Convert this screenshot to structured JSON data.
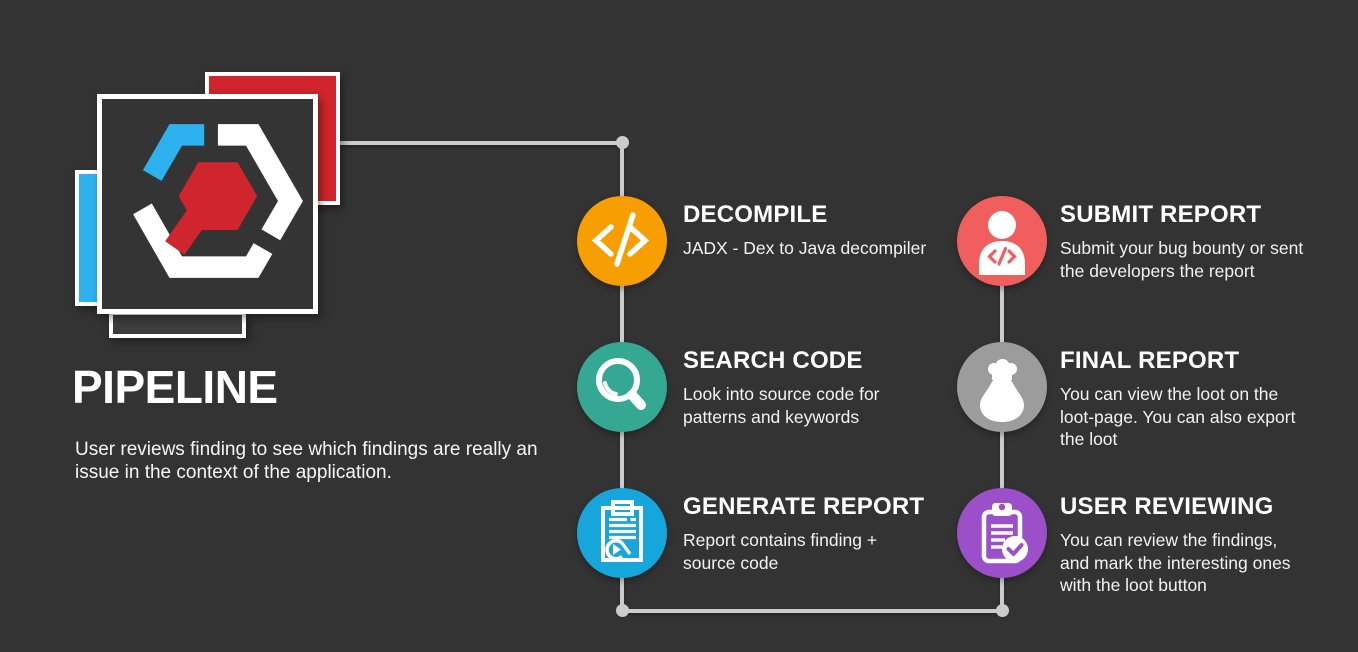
{
  "background": "#333333",
  "title": {
    "text": "PIPELINE",
    "subtitle": [
      "User reviews finding to see which findings are really an",
      "issue in the context of the application."
    ]
  },
  "logo": {
    "red": "#D0252C",
    "cyan": "#2EB2EF",
    "dark": "#3D3D3D",
    "white": "#FFFFFF"
  },
  "connector": {
    "color": "#CCCCCC"
  },
  "steps": [
    {
      "title": "DECOMPILE",
      "description": [
        "JADX - Dex to Java decompiler"
      ],
      "color": "#F79E02",
      "icon": "code-icon"
    },
    {
      "title": "SEARCH CODE",
      "description": [
        "Look into source code for",
        "patterns and keywords"
      ],
      "color": "#35A894",
      "icon": "magnifier-icon"
    },
    {
      "title": "GENERATE REPORT",
      "description": [
        "Report contains finding +",
        "source code"
      ],
      "color": "#16A6DC",
      "icon": "report-icon"
    },
    {
      "title": "SUBMIT REPORT",
      "description": [
        "Submit your bug bounty or sent",
        "the developers the report"
      ],
      "color": "#F05E5D",
      "icon": "person-code-icon"
    },
    {
      "title": "FINAL REPORT",
      "description": [
        "You can view the loot on the",
        "loot-page. You can also export",
        "the loot"
      ],
      "color": "#9C9C9C",
      "icon": "money-bag-icon"
    },
    {
      "title": "USER REVIEWING",
      "description": [
        "You can review the findings,",
        "and mark the interesting ones",
        "with the loot button"
      ],
      "color": "#9B4FC8",
      "icon": "clipboard-check-icon"
    }
  ]
}
